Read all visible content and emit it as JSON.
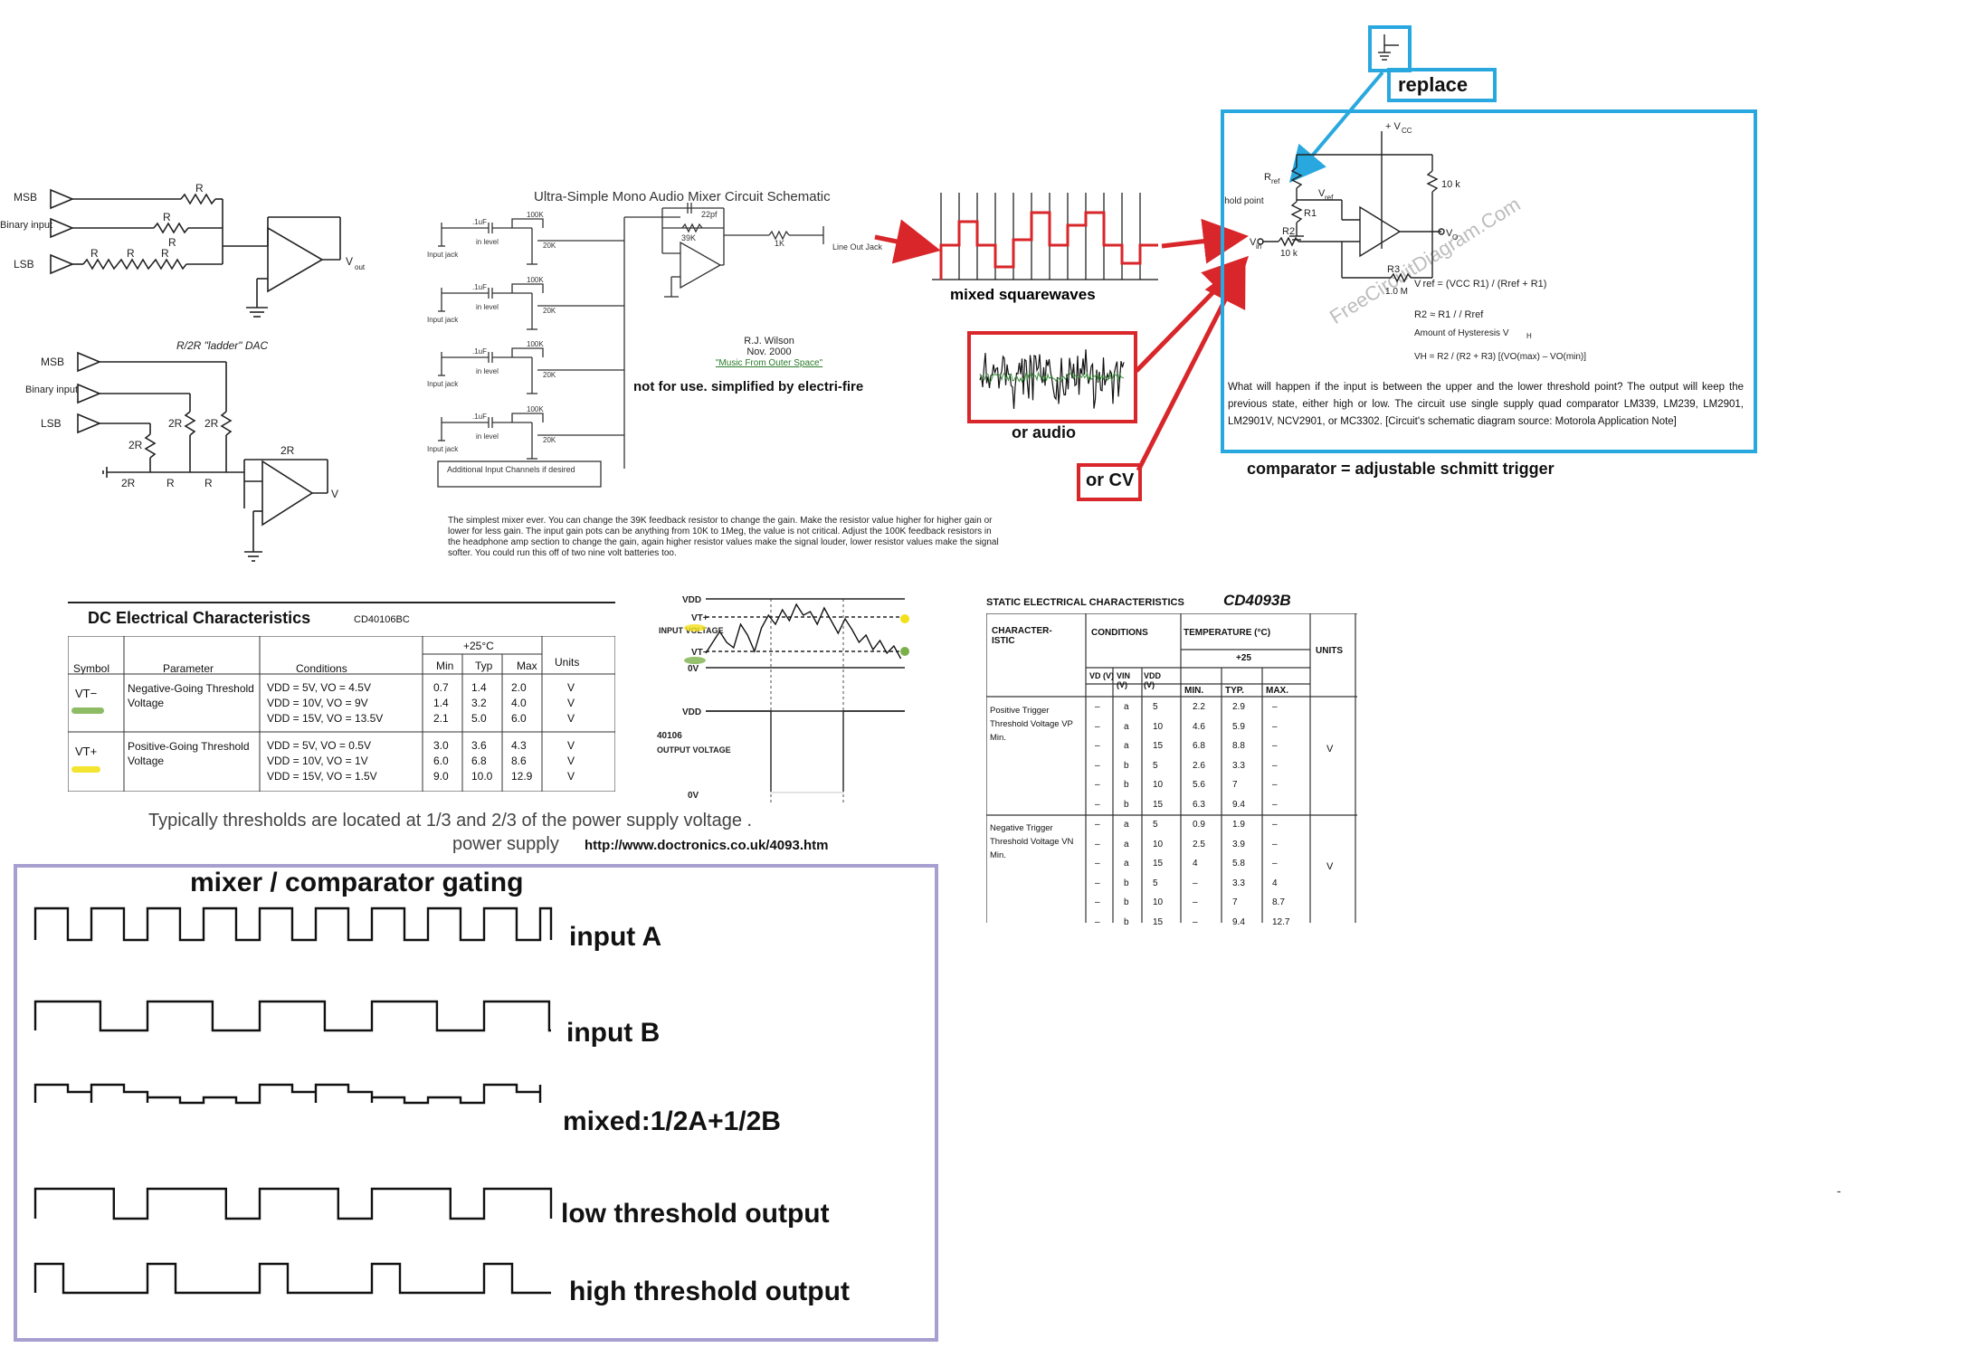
{
  "dac": {
    "top": {
      "msb": "MSB",
      "binary_input": "Binary input",
      "lsb": "LSB",
      "r": "R",
      "vout": "V",
      "vout_sub": "out"
    },
    "ladder": {
      "title": "R/2R \"ladder\" DAC",
      "msb": "MSB",
      "binary_input": "Binary input",
      "lsb": "LSB",
      "r": "R",
      "r2": "2R",
      "vo": "V"
    }
  },
  "mixer": {
    "title": "Ultra-Simple Mono Audio Mixer Circuit Schematic",
    "cap": ".1uF",
    "pot": "100K",
    "res": "20K",
    "input_jack": "Input jack",
    "in_level": "in level",
    "feedback_cap": "22pf",
    "feedback_res": "39K",
    "out_res": "1K",
    "line_out": "Line Out Jack",
    "extra_channels": "Additional Input Channels if desired",
    "author": "R.J. Wilson",
    "date": "Nov. 2000",
    "source_link": "\"Music From Outer Space\"",
    "disclaimer": "not for use. simplified by electri-fire",
    "description": "The simplest mixer ever. You can change the 39K feedback resistor to change the gain. Make the resistor value higher for higher gain or lower for less gain. The input gain pots can be anything from 10K to 1Meg, the value is not critical. Adjust the 100K feedback resistors in the headphone amp section to change the gain, again higher resistor values make the signal louder, lower resistor values make the signal softer. You could run this off of two nine volt batteries too."
  },
  "signals": {
    "mixed_squarewaves": "mixed squarewaves",
    "or_audio": "or audio",
    "or_cv": "or CV"
  },
  "comparator": {
    "replace": "replace",
    "vcc": "+ V",
    "vcc_sub": "CC",
    "rref": "R",
    "rref_sub": "ref",
    "vref": "V",
    "vref_sub": "ref",
    "threshold_point": "threshold point",
    "r1": "R1",
    "r2": "R2",
    "r2_val": "10 k",
    "r3": "R3",
    "r3_val": "1.0 M",
    "pull_up": "10 k",
    "vin": "V",
    "vin_sub": "in",
    "vo": "V",
    "vo_sub": "O",
    "eq_vref": "V ref = (VCC R1) / (Rref + R1)",
    "eq_r2": "R2 ≈ R1 / / Rref",
    "eq_hyst_label": "Amount of Hysteresis V",
    "eq_hyst_sub": "H",
    "eq_vh": "VH = R2 / (R2 + R3) [(VO(max) – VO(min)]",
    "watermark": "FreeCircuitDiagram.Com",
    "description": "What will happen if the input is between the upper and the lower threshold point? The output will keep the previous state, either high or low. The circuit use single supply quad comparator LM339, LM239, LM2901, LM2901V, NCV2901, or MC3302. [Circuit's schematic diagram source: Motorola Application Note]",
    "caption": "comparator = adjustable schmitt trigger"
  },
  "dc_table": {
    "title": "DC Electrical Characteristics",
    "part": "CD40106BC",
    "headers": [
      "Symbol",
      "Parameter",
      "Conditions",
      "+25°C",
      "Units"
    ],
    "subheaders": [
      "Min",
      "Typ",
      "Max"
    ],
    "rows": [
      {
        "symbol": "VT−",
        "parameter": "Negative-Going Threshold Voltage",
        "conditions": [
          "VDD = 5V, VO = 4.5V",
          "VDD = 10V, VO = 9V",
          "VDD = 15V, VO = 13.5V"
        ],
        "min": [
          "0.7",
          "1.4",
          "2.1"
        ],
        "typ": [
          "1.4",
          "3.2",
          "5.0"
        ],
        "max": [
          "2.0",
          "4.0",
          "6.0"
        ],
        "units": [
          "V",
          "V",
          "V"
        ]
      },
      {
        "symbol": "VT+",
        "parameter": "Positive-Going Threshold Voltage",
        "conditions": [
          "VDD = 5V, VO = 0.5V",
          "VDD = 10V, VO = 1V",
          "VDD = 15V, VO = 1.5V"
        ],
        "min": [
          "3.0",
          "6.0",
          "9.0"
        ],
        "typ": [
          "3.6",
          "6.8",
          "10.0"
        ],
        "max": [
          "4.3",
          "8.6",
          "12.9"
        ],
        "units": [
          "V",
          "V",
          "V"
        ]
      }
    ],
    "note": "Typically thresholds are located at 1/3 and 2/3 of the power supply voltage .",
    "power_supply": "power supply",
    "url": "http://www.doctronics.co.uk/4093.htm"
  },
  "trigger_graph": {
    "vdd": "VDD",
    "vt_plus": "VT+",
    "vt_minus": "VT−",
    "input_voltage": "INPUT VOLTAGE",
    "vdd2": "VDD",
    "zero1": "0V",
    "part": "40106",
    "output_voltage": "OUTPUT VOLTAGE",
    "zero2": "0V"
  },
  "cd4093_table": {
    "title": "STATIC ELECTRICAL CHARACTERISTICS",
    "part": "CD4093B",
    "headers": [
      "CHARACTER-ISTIC",
      "CONDITIONS",
      "TEMPERATURE (°C)",
      "UNITS"
    ],
    "cond_cols": [
      "VD (V)",
      "VIN (V)",
      "VDD (V)"
    ],
    "temp": "+25",
    "temp_cols": [
      "MIN.",
      "TYP.",
      "MAX."
    ],
    "groups": [
      {
        "label": "Positive Trigger Threshold Voltage VP Min.",
        "unit": "V",
        "rows": [
          [
            "–",
            "a",
            "5",
            "2.2",
            "2.9",
            "–"
          ],
          [
            "–",
            "a",
            "10",
            "4.6",
            "5.9",
            "–"
          ],
          [
            "–",
            "a",
            "15",
            "6.8",
            "8.8",
            "–"
          ],
          [
            "–",
            "b",
            "5",
            "2.6",
            "3.3",
            "–"
          ],
          [
            "–",
            "b",
            "10",
            "5.6",
            "7",
            "–"
          ],
          [
            "–",
            "b",
            "15",
            "6.3",
            "9.4",
            "–"
          ]
        ]
      },
      {
        "label": "Negative Trigger Threshold Voltage VN Min.",
        "unit": "V",
        "rows": [
          [
            "–",
            "a",
            "5",
            "0.9",
            "1.9",
            "–"
          ],
          [
            "–",
            "a",
            "10",
            "2.5",
            "3.9",
            "–"
          ],
          [
            "–",
            "a",
            "15",
            "4",
            "5.8",
            "–"
          ],
          [
            "–",
            "b",
            "5",
            "–",
            "3.3",
            "4"
          ],
          [
            "–",
            "b",
            "10",
            "–",
            "7",
            "8.7"
          ],
          [
            "–",
            "b",
            "15",
            "–",
            "9.4",
            "12.7"
          ]
        ]
      }
    ]
  },
  "gating": {
    "title": "mixer / comparator gating",
    "labels": [
      "input A",
      "input B",
      "mixed:1/2A+1/2B",
      "low threshold output",
      "high threshold output"
    ]
  },
  "colors": {
    "red": "#d8262a",
    "blue": "#29a8e0",
    "lavender": "#a79fd0",
    "yellow": "#f2e11a",
    "green": "#7ab04a"
  }
}
